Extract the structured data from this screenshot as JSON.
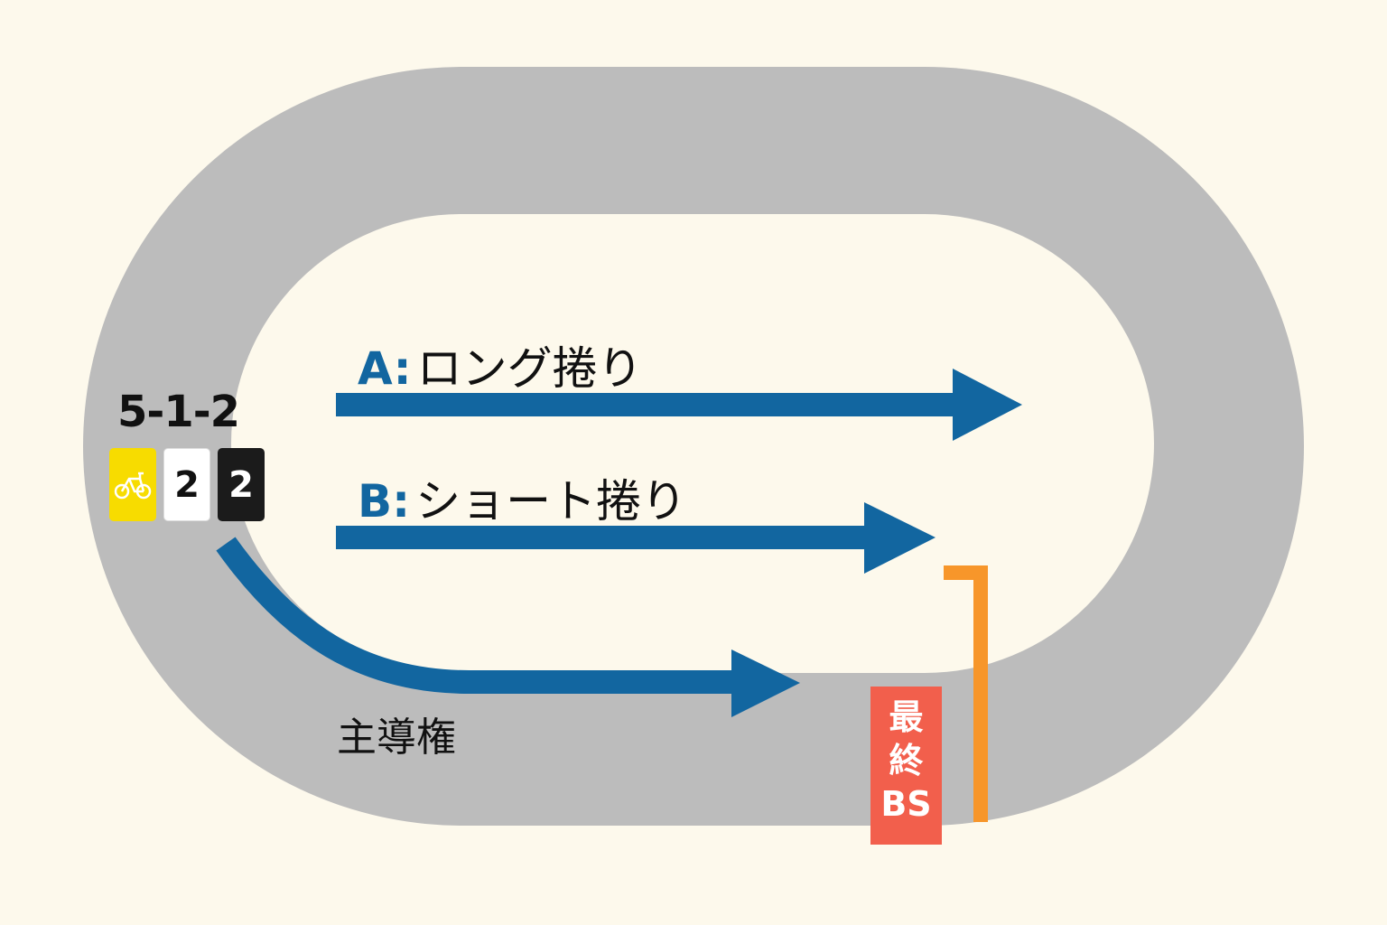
{
  "formation": {
    "order": "5-1-2",
    "badges": [
      {
        "text": "",
        "icon": "bicycle-icon",
        "color": "#f7dc00"
      },
      {
        "text": "2",
        "color": "#ffffff"
      },
      {
        "text": "2",
        "color": "#1b1b1b"
      }
    ]
  },
  "routes": {
    "a": {
      "letter": "A",
      "colon": ":",
      "label": "ロング捲り"
    },
    "b": {
      "letter": "B",
      "colon": ":",
      "label": "ショート捲り"
    },
    "lead": {
      "label": "主導権"
    }
  },
  "markers": {
    "last_backstretch_line1": "最",
    "last_backstretch_line2": "終",
    "last_backstretch_line3": "BS"
  },
  "colors": {
    "background": "#fdf9ec",
    "track": "#bcbcbc",
    "arrow": "#1266a0",
    "marker_line": "#f7962a",
    "marker_box": "#f25f4c"
  }
}
